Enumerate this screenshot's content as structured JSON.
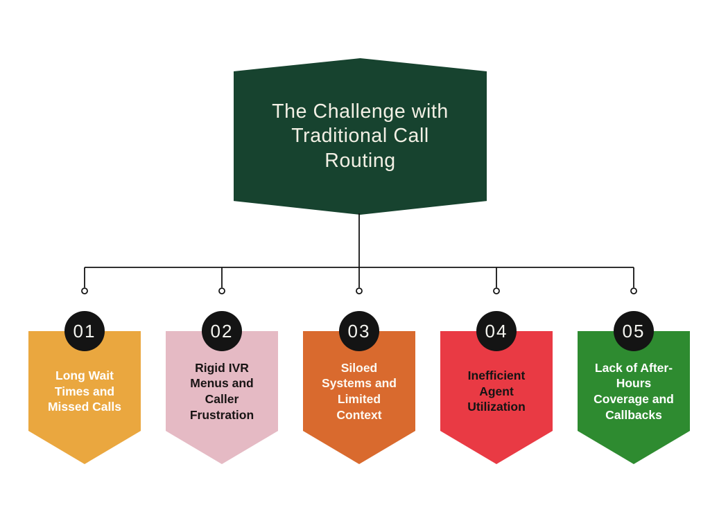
{
  "title": {
    "text": "The Challenge with\nTraditional Call\nRouting",
    "bg_color": "#17432F",
    "text_color": "#F3F0E5"
  },
  "connector": {
    "line_color": "#121212",
    "node_fill": "#FFFFFF"
  },
  "banners": [
    {
      "number": "01",
      "label": "Long Wait\nTimes and\nMissed Calls",
      "bg_color": "#EAA73F",
      "text_color": "#FFFFFF",
      "badge_bg": "#141414",
      "badge_text_color": "#F5F5F0"
    },
    {
      "number": "02",
      "label": "Rigid IVR\nMenus and\nCaller\nFrustration",
      "bg_color": "#E5BAC4",
      "text_color": "#181414",
      "badge_bg": "#141414",
      "badge_text_color": "#F5F5F0"
    },
    {
      "number": "03",
      "label": "Siloed\nSystems and\nLimited\nContext",
      "bg_color": "#D96A2E",
      "text_color": "#FDF9F2",
      "badge_bg": "#141414",
      "badge_text_color": "#F5F5F0"
    },
    {
      "number": "04",
      "label": "Inefficient\nAgent\nUtilization",
      "bg_color": "#E93A44",
      "text_color": "#141414",
      "badge_bg": "#141414",
      "badge_text_color": "#F5F5F0"
    },
    {
      "number": "05",
      "label": "Lack of After-\nHours\nCoverage and\nCallbacks",
      "bg_color": "#2E8B30",
      "text_color": "#FFFFFF",
      "badge_bg": "#141414",
      "badge_text_color": "#F5F5F0"
    }
  ]
}
